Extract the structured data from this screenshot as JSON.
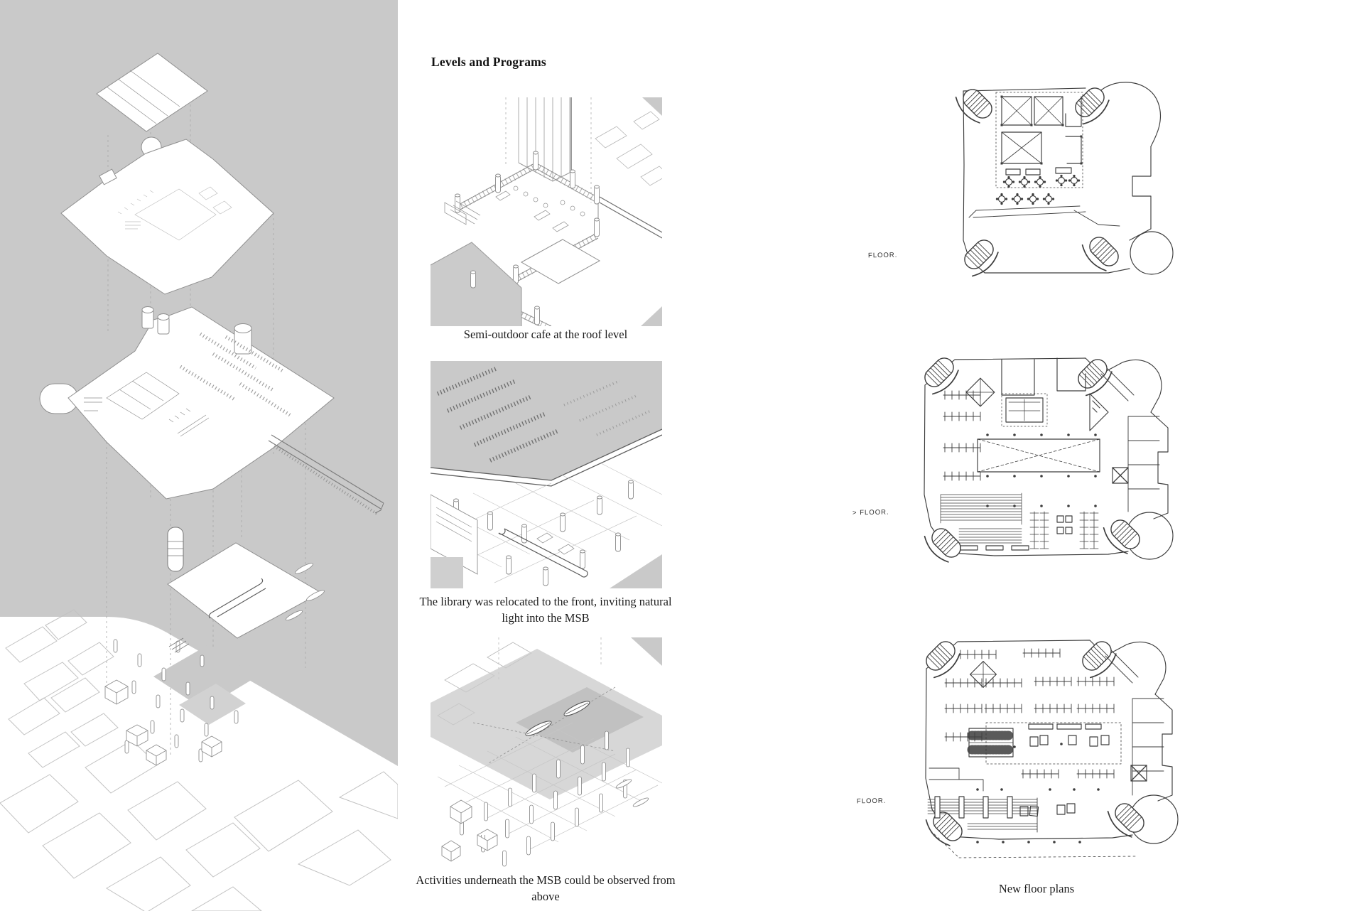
{
  "page": {
    "background": "#ffffff"
  },
  "left_panel": {
    "description": "exploded axonometric site diagram",
    "background": "#c9c9c9"
  },
  "middle": {
    "heading": "Levels and Programs",
    "figures": [
      {
        "caption": "Semi-outdoor cafe at the roof level"
      },
      {
        "caption": "The library was relocated to the front, inviting natural light into the MSB"
      },
      {
        "caption": "Activities underneath the MSB could be observed from above"
      }
    ]
  },
  "right": {
    "plan_labels": [
      "FLOOR.",
      "> FLOOR.",
      "FLOOR."
    ],
    "caption": "New floor plans"
  },
  "colors": {
    "panel_gray": "#c9c9c9",
    "plan_ink": "#3d3d3d",
    "axon_line": "#8f8f8f",
    "light_line": "#c2c2c2",
    "text": "#1b1b1b"
  }
}
